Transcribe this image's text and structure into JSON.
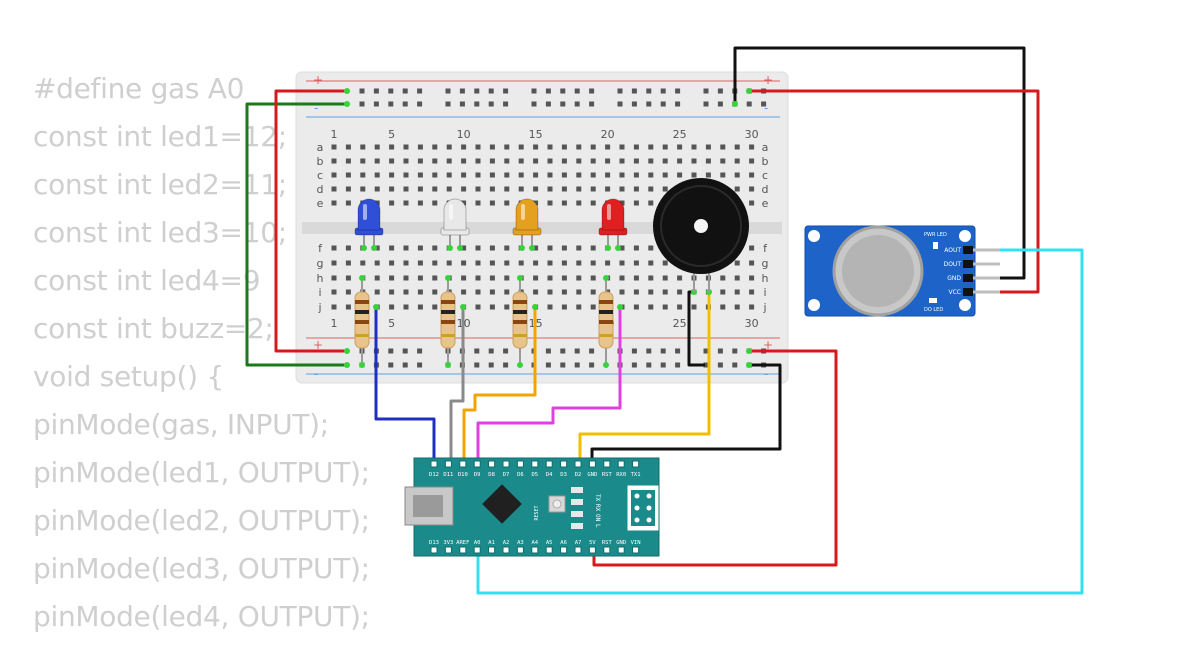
{
  "code_lines": [
    "#define gas A0",
    "const int led1=12;",
    "const int led2=11;",
    "const int led3=10;",
    "const int led4=9",
    "const int buzz=2;",
    "void setup() {",
    "pinMode(gas, INPUT);",
    "pinMode(led1, OUTPUT);",
    "pinMode(led2, OUTPUT);",
    "pinMode(led3, OUTPUT);",
    "pinMode(led4, OUTPUT);"
  ],
  "breadboard": {
    "column_numbers": [
      "1",
      "5",
      "10",
      "15",
      "20",
      "25",
      "30"
    ],
    "row_letters_top": [
      "a",
      "b",
      "c",
      "d",
      "e"
    ],
    "row_letters_bottom": [
      "f",
      "g",
      "h",
      "i",
      "j"
    ],
    "rail_plus": "+",
    "rail_minus": "-"
  },
  "leds": [
    {
      "name": "led-blue",
      "color": "#2f4fd9"
    },
    {
      "name": "led-white",
      "color": "#e8e8e8"
    },
    {
      "name": "led-yellow",
      "color": "#e5a020"
    },
    {
      "name": "led-red",
      "color": "#e02020"
    }
  ],
  "gas_sensor": {
    "pins": [
      "AOUT",
      "DOUT",
      "GND",
      "VCC"
    ],
    "pwr_led": "PWR LED",
    "do_led": "DO LED"
  },
  "arduino_nano": {
    "top_pins": [
      "D12",
      "D11",
      "D10",
      "D9",
      "D8",
      "D7",
      "D6",
      "D5",
      "D4",
      "D3",
      "D2",
      "GND",
      "RST",
      "RX0",
      "TX1"
    ],
    "bottom_pins": [
      "D13",
      "3V3",
      "AREF",
      "A0",
      "A1",
      "A2",
      "A3",
      "A4",
      "A5",
      "A6",
      "A7",
      "5V",
      "RST",
      "GND",
      "VIN"
    ],
    "reset_label": "RESET",
    "status_leds": [
      "TX",
      "RX",
      "ON",
      "L"
    ]
  },
  "wire_colors": {
    "red": "#d7191c",
    "black": "#111111",
    "green": "#1a7a1a",
    "blue": "#1f2fc0",
    "gray": "#8a8a8a",
    "orange": "#f2a400",
    "magenta": "#e040e0",
    "yellow": "#f0c000",
    "cyan": "#33e0f0"
  }
}
